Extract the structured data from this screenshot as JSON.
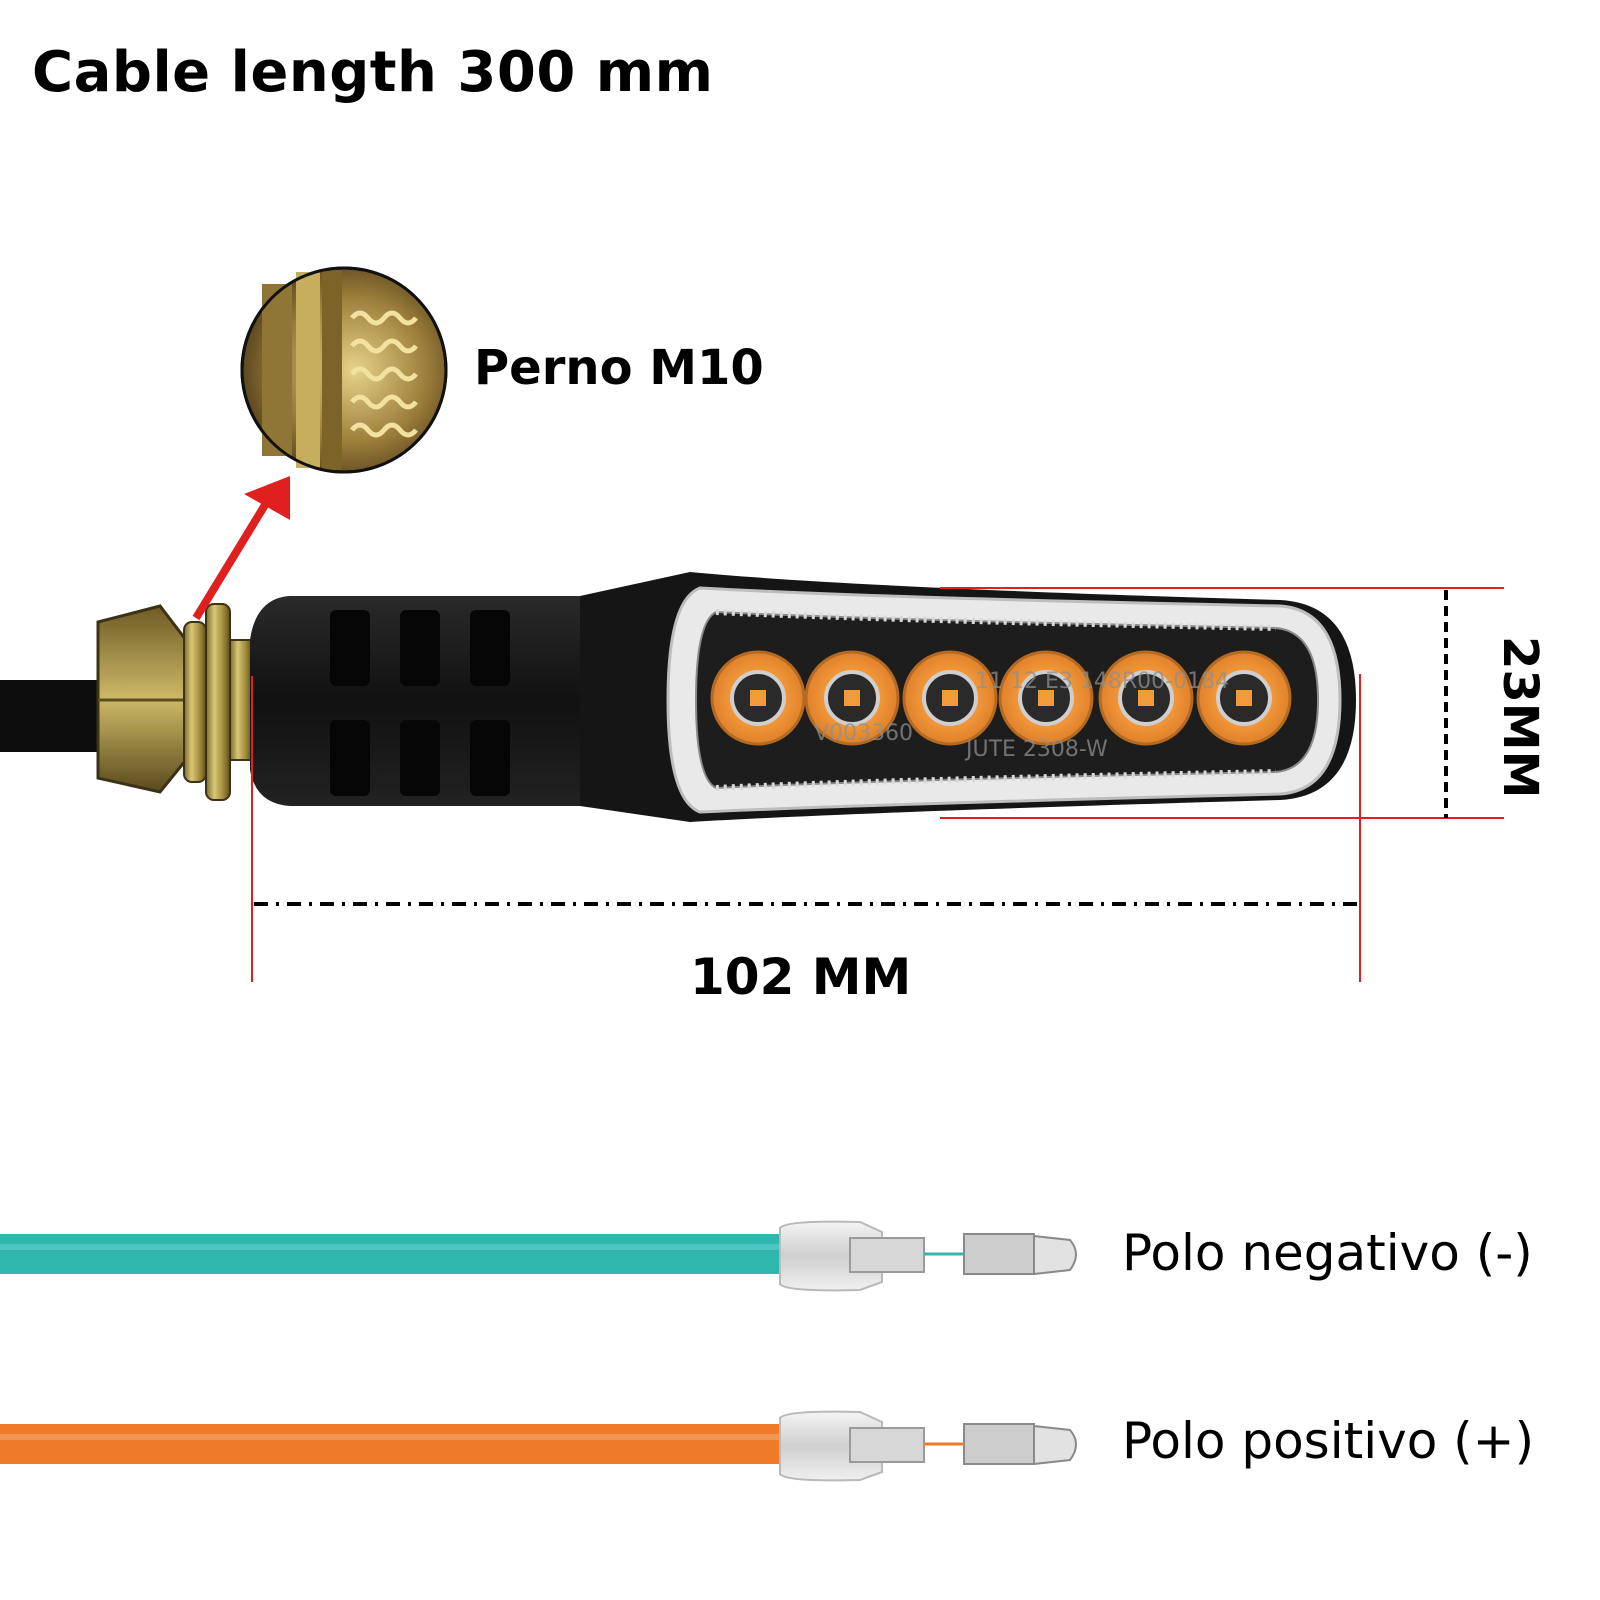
{
  "title": "Cable length 300 mm",
  "bolt_label": "Perno M10",
  "width_dimension": "102 MM",
  "height_dimension": "23MM",
  "wires": {
    "negative_label": "Polo negativo (-)",
    "positive_label": "Polo positivo (+)",
    "negative_color": "#2fb6ad",
    "positive_color": "#ee7a2a"
  },
  "lens_markings": {
    "line1": "11 12 E3 148R00-0184",
    "line2": "JUTE 2308-W",
    "code": "V003360"
  },
  "colors": {
    "accent_red": "#e01f1f",
    "led_orange": "#f39a3a",
    "body_black": "#141414",
    "brass": "#b8a24e"
  },
  "led_count": 6
}
